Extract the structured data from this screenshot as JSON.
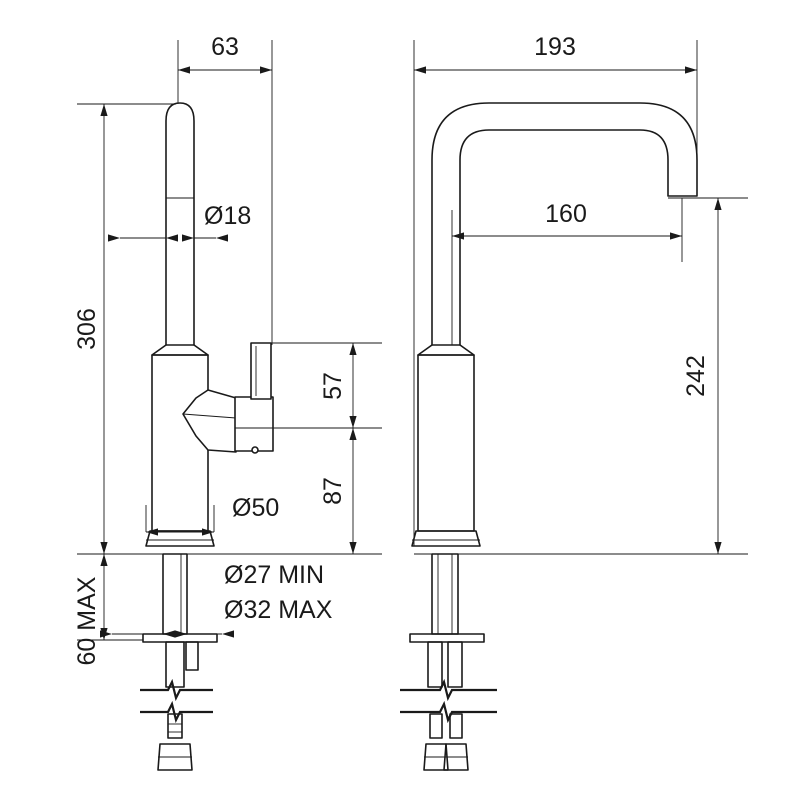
{
  "dimensions": {
    "left_view": {
      "spout_offset": "63",
      "spout_diameter": "Ø18",
      "total_height": "306",
      "lever_height": "57",
      "lever_base_height": "87",
      "body_diameter": "Ø50",
      "hole_min": "Ø27 MIN",
      "hole_max": "Ø32 MAX",
      "deck_thickness": "60 MAX"
    },
    "right_view": {
      "total_depth": "193",
      "spout_reach": "160",
      "spout_clearance": "242"
    }
  }
}
